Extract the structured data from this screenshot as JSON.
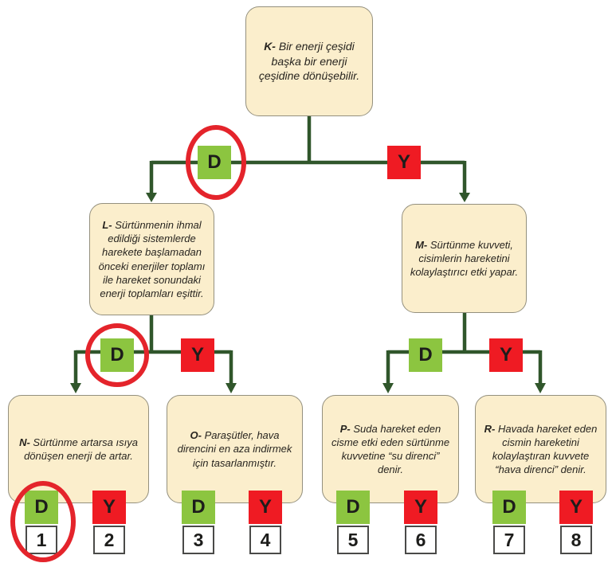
{
  "labels": {
    "d": "D",
    "y": "Y"
  },
  "nodes": {
    "k": {
      "prefix": "K-",
      "text": "Bir enerji çeşidi başka bir enerji çeşidine dönüşebilir."
    },
    "l": {
      "prefix": "L-",
      "text": "Sürtünmenin ihmal edildiği sistemlerde harekete başlamadan önceki enerjiler toplamı ile hareket sonundaki enerji toplamları eşittir."
    },
    "m": {
      "prefix": "M-",
      "text": "Sürtünme kuvveti, cisimlerin hareketini kolaylaştırıcı etki yapar."
    },
    "n": {
      "prefix": "N-",
      "text": "Sürtünme artarsa ısıya dönüşen enerji de artar."
    },
    "o": {
      "prefix": "O-",
      "text": "Paraşütler, hava direncini en aza indirmek için tasarlanmıştır."
    },
    "p": {
      "prefix": "P-",
      "text": "Suda hareket eden cisme etki eden sürtünme kuvvetine “su direnci” denir."
    },
    "r": {
      "prefix": "R-",
      "text": "Havada hareket eden cismin hareketini kolaylaştıran kuvvete “hava direnci” denir."
    }
  },
  "answers": [
    "1",
    "2",
    "3",
    "4",
    "5",
    "6",
    "7",
    "8"
  ],
  "annotations": {
    "circled": [
      "k-branch-d-chip",
      "l-branch-d-chip",
      "answer-box-1"
    ]
  },
  "colors": {
    "box_fill": "#FBEECC",
    "box_border": "#94907E",
    "chip_green": "#8CC540",
    "chip_red": "#EF1B23",
    "line_green": "#30562B",
    "circle_red": "#E4242B",
    "text": "#27241F"
  }
}
